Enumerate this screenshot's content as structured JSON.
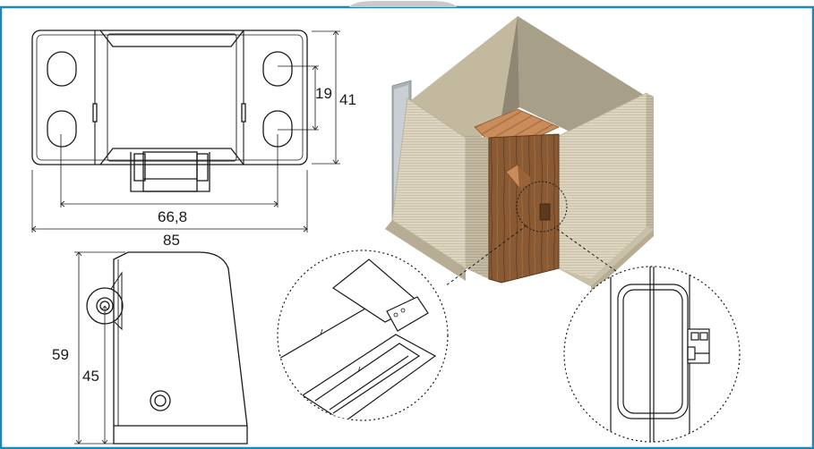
{
  "dimensions": {
    "slot_spacing": "19",
    "height_41": "41",
    "hole_spacing": "66,8",
    "total_width": "85",
    "total_height": "59",
    "pivot_height": "45"
  },
  "colors": {
    "frame_border": "#1e86b8",
    "tab": "#c9c9c9",
    "wall_light": "#ddd5c0",
    "wall_shade": "#bcb29a",
    "wood": "#8a5a34",
    "wood_light": "#c98c5a",
    "metal": "#aab2b6"
  }
}
